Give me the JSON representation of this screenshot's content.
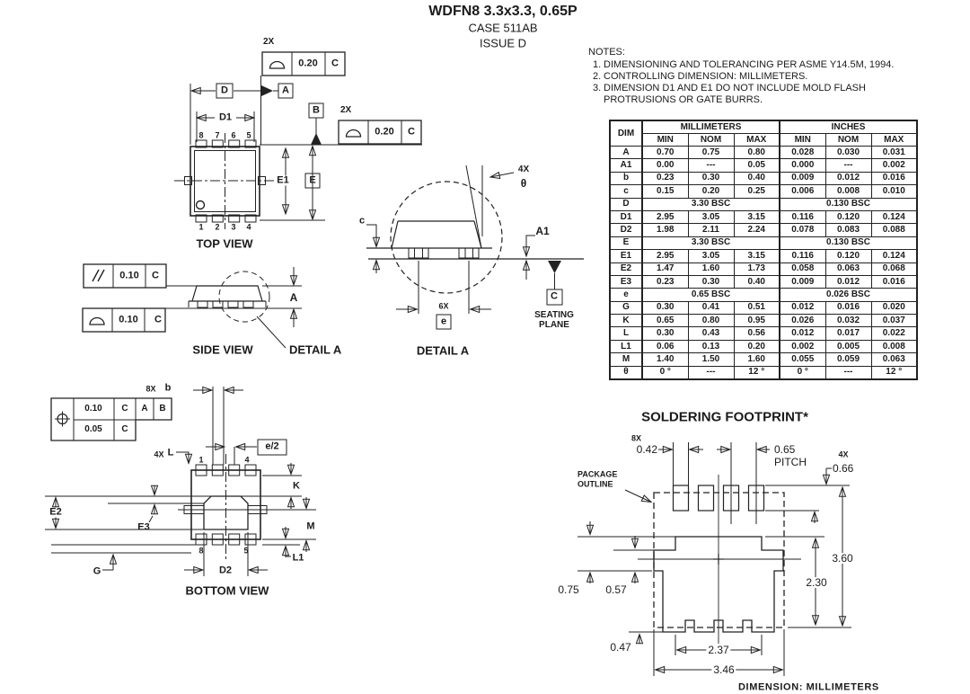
{
  "title": {
    "line1": "WDFN8 3.3x3.3, 0.65P",
    "line2": "CASE 511AB",
    "line3": "ISSUE D"
  },
  "notes": {
    "heading": "NOTES:",
    "items": [
      {
        "num": "1.",
        "text": "DIMENSIONING AND TOLERANCING PER ASME Y14.5M, 1994."
      },
      {
        "num": "2.",
        "text": "CONTROLLING DIMENSION: MILLIMETERS."
      },
      {
        "num": "3.",
        "text": "DIMENSION D1 AND E1 DO NOT INCLUDE MOLD FLASH PROTRUSIONS OR GATE BURRS."
      }
    ]
  },
  "dim_table": {
    "dim_header": "DIM",
    "col_groups": [
      "MILLIMETERS",
      "INCHES"
    ],
    "sub_headers": [
      "MIN",
      "NOM",
      "MAX",
      "MIN",
      "NOM",
      "MAX"
    ],
    "rows": [
      {
        "dim": "A",
        "mm": [
          "0.70",
          "0.75",
          "0.80"
        ],
        "in": [
          "0.028",
          "0.030",
          "0.031"
        ]
      },
      {
        "dim": "A1",
        "mm": [
          "0.00",
          "---",
          "0.05"
        ],
        "in": [
          "0.000",
          "---",
          "0.002"
        ]
      },
      {
        "dim": "b",
        "mm": [
          "0.23",
          "0.30",
          "0.40"
        ],
        "in": [
          "0.009",
          "0.012",
          "0.016"
        ]
      },
      {
        "dim": "c",
        "mm": [
          "0.15",
          "0.20",
          "0.25"
        ],
        "in": [
          "0.006",
          "0.008",
          "0.010"
        ]
      },
      {
        "dim": "D",
        "mm_span": "3.30 BSC",
        "in_span": "0.130 BSC"
      },
      {
        "dim": "D1",
        "mm": [
          "2.95",
          "3.05",
          "3.15"
        ],
        "in": [
          "0.116",
          "0.120",
          "0.124"
        ]
      },
      {
        "dim": "D2",
        "mm": [
          "1.98",
          "2.11",
          "2.24"
        ],
        "in": [
          "0.078",
          "0.083",
          "0.088"
        ]
      },
      {
        "dim": "E",
        "mm_span": "3.30 BSC",
        "in_span": "0.130 BSC"
      },
      {
        "dim": "E1",
        "mm": [
          "2.95",
          "3.05",
          "3.15"
        ],
        "in": [
          "0.116",
          "0.120",
          "0.124"
        ]
      },
      {
        "dim": "E2",
        "mm": [
          "1.47",
          "1.60",
          "1.73"
        ],
        "in": [
          "0.058",
          "0.063",
          "0.068"
        ]
      },
      {
        "dim": "E3",
        "mm": [
          "0.23",
          "0.30",
          "0.40"
        ],
        "in": [
          "0.009",
          "0.012",
          "0.016"
        ]
      },
      {
        "dim": "e",
        "mm_span": "0.65 BSC",
        "in_span": "0.026 BSC"
      },
      {
        "dim": "G",
        "mm": [
          "0.30",
          "0.41",
          "0.51"
        ],
        "in": [
          "0.012",
          "0.016",
          "0.020"
        ]
      },
      {
        "dim": "K",
        "mm": [
          "0.65",
          "0.80",
          "0.95"
        ],
        "in": [
          "0.026",
          "0.032",
          "0.037"
        ]
      },
      {
        "dim": "L",
        "mm": [
          "0.30",
          "0.43",
          "0.56"
        ],
        "in": [
          "0.012",
          "0.017",
          "0.022"
        ]
      },
      {
        "dim": "L1",
        "mm": [
          "0.06",
          "0.13",
          "0.20"
        ],
        "in": [
          "0.002",
          "0.005",
          "0.008"
        ]
      },
      {
        "dim": "M",
        "mm": [
          "1.40",
          "1.50",
          "1.60"
        ],
        "in": [
          "0.055",
          "0.059",
          "0.063"
        ]
      },
      {
        "dim": "θ",
        "mm": [
          "0 °",
          "---",
          "12 °"
        ],
        "in": [
          "0 °",
          "---",
          "12 °"
        ]
      }
    ]
  },
  "top_view": {
    "label": "TOP VIEW",
    "qty_2x_a": "2X",
    "qty_2x_b": "2X",
    "fcf1": {
      "tol": "0.20",
      "datum": "C"
    },
    "fcf2": {
      "tol": "0.20",
      "datum": "C"
    },
    "dims": {
      "D": "D",
      "D1": "D1",
      "E": "E",
      "E1": "E1"
    },
    "datums": {
      "A": "A",
      "B": "B"
    },
    "pins_top": [
      "8",
      "7",
      "6",
      "5"
    ],
    "pins_bottom": [
      "1",
      "2",
      "3",
      "4"
    ]
  },
  "side_view": {
    "label": "SIDE VIEW",
    "detail_ref": "DETAIL A",
    "dim_a": "A",
    "fcf_parallel": {
      "tol": "0.10",
      "datum": "C"
    },
    "fcf_profile": {
      "tol": "0.10",
      "datum": "C"
    }
  },
  "detail_a": {
    "label": "DETAIL A",
    "qty_4x": "4X",
    "theta": "θ",
    "dim_c": "c",
    "dim_a1": "A1",
    "qty_6x": "6X",
    "dim_e": "e",
    "seating": {
      "datum": "C",
      "line1": "SEATING",
      "line2": "PLANE"
    }
  },
  "bottom_view": {
    "label": "BOTTOM VIEW",
    "fcf_position": {
      "tol1": "0.10",
      "datum1": "C",
      "datum2": "A",
      "datum3": "B",
      "tol2": "0.05",
      "datum4": "C"
    },
    "qty_8x": "8X",
    "dim_b": "b",
    "dim_e_half": "e/2",
    "qty_4x": "4X",
    "dim_L": "L",
    "dim_K": "K",
    "dim_M": "M",
    "dim_L1": "L1",
    "dim_G": "G",
    "dim_E2": "E2",
    "dim_E3": "E3",
    "dim_D2": "D2",
    "pin1": "1",
    "pin4": "4",
    "pin8": "8",
    "pin5": "5"
  },
  "footprint": {
    "title": "SOLDERING FOOTPRINT*",
    "qty_8x": "8X",
    "dim_042": "0.42",
    "pitch_val": "0.65",
    "pitch_label": "PITCH",
    "qty_4x": "4X",
    "dim_066": "0.66",
    "pkg_outline_1": "PACKAGE",
    "pkg_outline_2": "OUTLINE",
    "dim_360": "3.60",
    "dim_230": "2.30",
    "dim_075": "0.75",
    "dim_057": "0.57",
    "dim_047": "0.47",
    "dim_237": "2.37",
    "dim_346": "3.46",
    "units_note": "DIMENSION: MILLIMETERS"
  }
}
